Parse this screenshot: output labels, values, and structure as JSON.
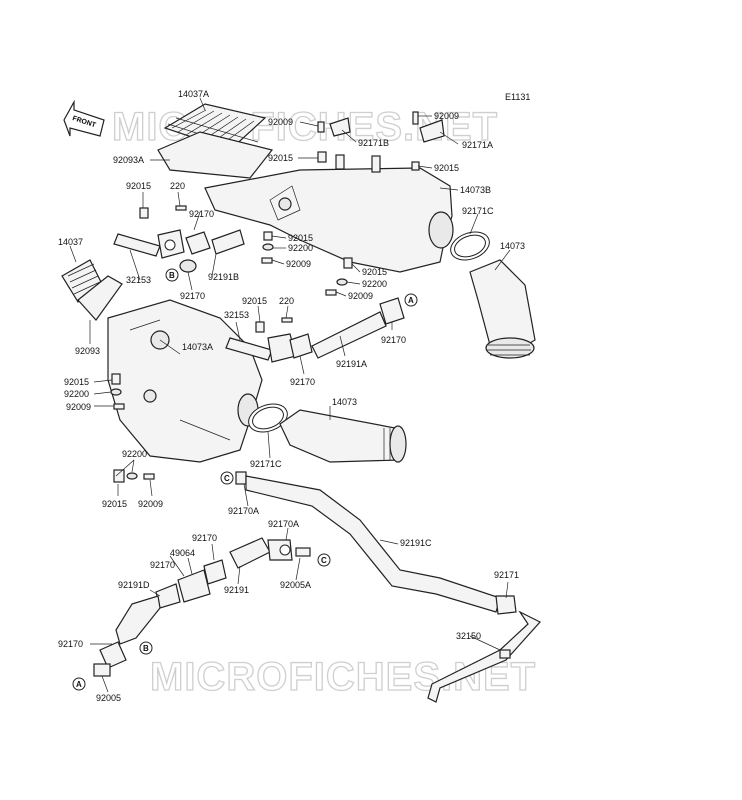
{
  "diagram_code": "E1131",
  "front_label": "FRONT",
  "watermarks": [
    "MICROFICHES.NET",
    "MICROFICHES.NET"
  ],
  "labels": [
    {
      "id": "l1",
      "text": "14037A"
    },
    {
      "id": "l2",
      "text": "92009"
    },
    {
      "id": "l3",
      "text": "92171B"
    },
    {
      "id": "l4",
      "text": "92009"
    },
    {
      "id": "l5",
      "text": "92171A"
    },
    {
      "id": "l6",
      "text": "92015"
    },
    {
      "id": "l7",
      "text": "92015"
    },
    {
      "id": "l8",
      "text": "92093A"
    },
    {
      "id": "l9",
      "text": "92015"
    },
    {
      "id": "l10",
      "text": "220"
    },
    {
      "id": "l11",
      "text": "14073B"
    },
    {
      "id": "l12",
      "text": "92170"
    },
    {
      "id": "l13",
      "text": "92171C"
    },
    {
      "id": "l14",
      "text": "14037"
    },
    {
      "id": "l15",
      "text": "92015"
    },
    {
      "id": "l16",
      "text": "92200"
    },
    {
      "id": "l17",
      "text": "14073"
    },
    {
      "id": "l18",
      "text": "92009"
    },
    {
      "id": "l19",
      "text": "32153"
    },
    {
      "id": "l20",
      "text": "92191B"
    },
    {
      "id": "l21",
      "text": "92015"
    },
    {
      "id": "l22",
      "text": "92200"
    },
    {
      "id": "l23",
      "text": "92170"
    },
    {
      "id": "l24",
      "text": "92009"
    },
    {
      "id": "l25",
      "text": "92015"
    },
    {
      "id": "l26",
      "text": "220"
    },
    {
      "id": "l27",
      "text": "92093"
    },
    {
      "id": "l28",
      "text": "32153"
    },
    {
      "id": "l29",
      "text": "14073A"
    },
    {
      "id": "l30",
      "text": "92170"
    },
    {
      "id": "l31",
      "text": "92191A"
    },
    {
      "id": "l32",
      "text": "92015"
    },
    {
      "id": "l33",
      "text": "92200"
    },
    {
      "id": "l34",
      "text": "92170"
    },
    {
      "id": "l35",
      "text": "92009"
    },
    {
      "id": "l36",
      "text": "14073"
    },
    {
      "id": "l37",
      "text": "92200"
    },
    {
      "id": "l38",
      "text": "92171C"
    },
    {
      "id": "l39",
      "text": "92015"
    },
    {
      "id": "l40",
      "text": "92009"
    },
    {
      "id": "l41",
      "text": "92170A"
    },
    {
      "id": "l42",
      "text": "92170"
    },
    {
      "id": "l43",
      "text": "92170A"
    },
    {
      "id": "l44",
      "text": "92191C"
    },
    {
      "id": "l45",
      "text": "49064"
    },
    {
      "id": "l46",
      "text": "92170"
    },
    {
      "id": "l47",
      "text": "92191"
    },
    {
      "id": "l48",
      "text": "92005A"
    },
    {
      "id": "l49",
      "text": "92191D"
    },
    {
      "id": "l50",
      "text": "92171"
    },
    {
      "id": "l51",
      "text": "32150"
    },
    {
      "id": "l52",
      "text": "92170"
    },
    {
      "id": "l53",
      "text": "92005"
    }
  ],
  "connectors": [
    {
      "id": "c1",
      "letter": "B"
    },
    {
      "id": "c2",
      "letter": "A"
    },
    {
      "id": "c3",
      "letter": "C"
    },
    {
      "id": "c4",
      "letter": "C"
    },
    {
      "id": "c5",
      "letter": "B"
    },
    {
      "id": "c6",
      "letter": "A"
    }
  ]
}
